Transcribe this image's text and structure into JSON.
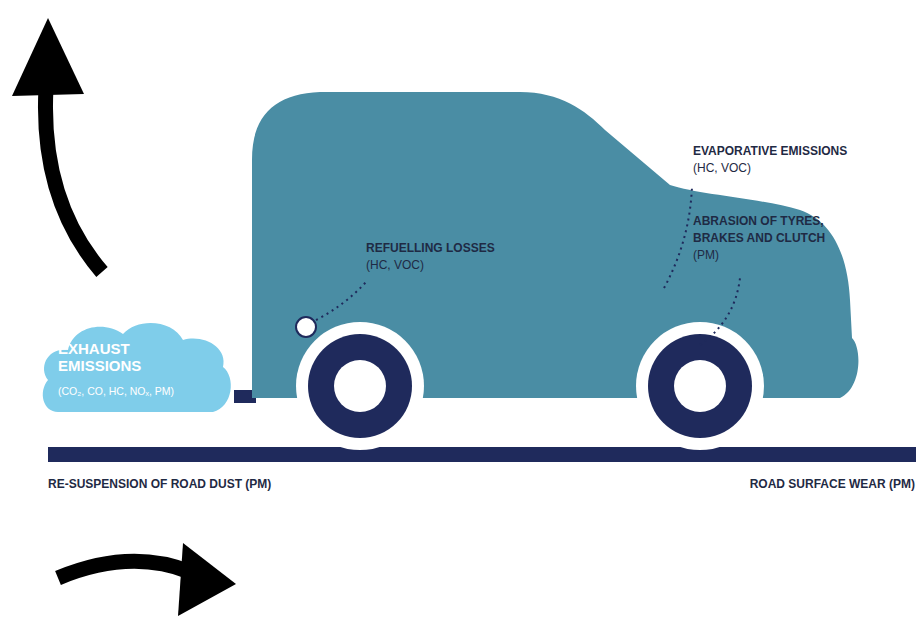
{
  "diagram": {
    "nodes": [
      {
        "text": [
          "EXHAUST EMISSIONS",
          "(CO₂, CO, HC, NOₓ, PM)"
        ]
      }
    ],
    "labels": [
      "REFUELLING LOSSES",
      "(HC, VOC)",
      "EVAPORATIVE EMISSIONS",
      "(HC, VOC)",
      "ABRASION OF TYRES, BRAKES AND CLUTCH",
      "(PM)",
      "RE-SUSPENSION OF ROAD DUST (PM)",
      "ROAD SURFACE WEAR (PM)"
    ]
  }
}
